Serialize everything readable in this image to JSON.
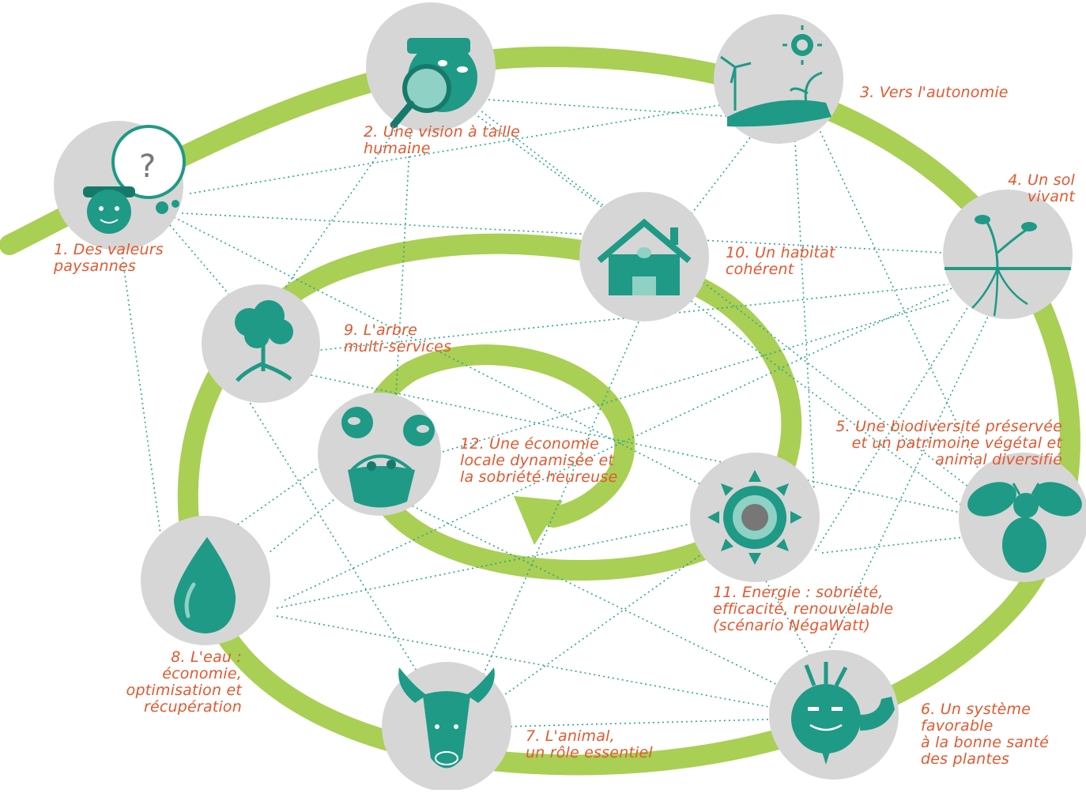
{
  "colors": {
    "spiral": "#a9cf54",
    "circle": "#d6d6d6",
    "icon": "#1e9a86",
    "icon_dark": "#167a6a",
    "label": "#e4572e",
    "dots": "#2aa58f"
  },
  "nodes": [
    {
      "id": "n1",
      "icon": "farmer-thinking-icon",
      "lines": [
        "1. Des valeurs",
        "paysannes"
      ]
    },
    {
      "id": "n2",
      "icon": "magnifier-face-icon",
      "lines": [
        "2. Une vision à taille",
        "humaine"
      ]
    },
    {
      "id": "n3",
      "icon": "sun-wind-hand-plant-icon",
      "lines": [
        "3. Vers l'autonomie"
      ]
    },
    {
      "id": "n4",
      "icon": "plant-roots-soil-icon",
      "lines": [
        "4. Un sol",
        "vivant"
      ]
    },
    {
      "id": "n5",
      "icon": "bee-icon",
      "lines": [
        "5. Une biodiversité préservée",
        "et un patrimoine végétal et",
        "animal diversifié"
      ]
    },
    {
      "id": "n6",
      "icon": "turnip-muscle-icon",
      "lines": [
        "6. Un système",
        "favorable",
        "à la bonne santé",
        "des plantes"
      ]
    },
    {
      "id": "n7",
      "icon": "goat-icon",
      "lines": [
        "7. L'animal,",
        "un rôle essentiel"
      ]
    },
    {
      "id": "n8",
      "icon": "water-drop-icon",
      "lines": [
        "8. L'eau :",
        "économie,",
        "optimisation et",
        "récupération"
      ]
    },
    {
      "id": "n9",
      "icon": "tree-icon",
      "lines": [
        "9. L'arbre",
        "multi-services"
      ]
    },
    {
      "id": "n10",
      "icon": "house-icon",
      "lines": [
        "10. Un habitat",
        "cohérent"
      ]
    },
    {
      "id": "n11",
      "icon": "sun-icon",
      "lines": [
        "11. Energie : sobriété,",
        "efficacité, renouvelable",
        "(scénario NégaWatt)"
      ]
    },
    {
      "id": "n12",
      "icon": "basket-market-icon",
      "lines": [
        "12. Une économie",
        "locale dynamisée et",
        "la sobriété heureuse"
      ]
    }
  ]
}
